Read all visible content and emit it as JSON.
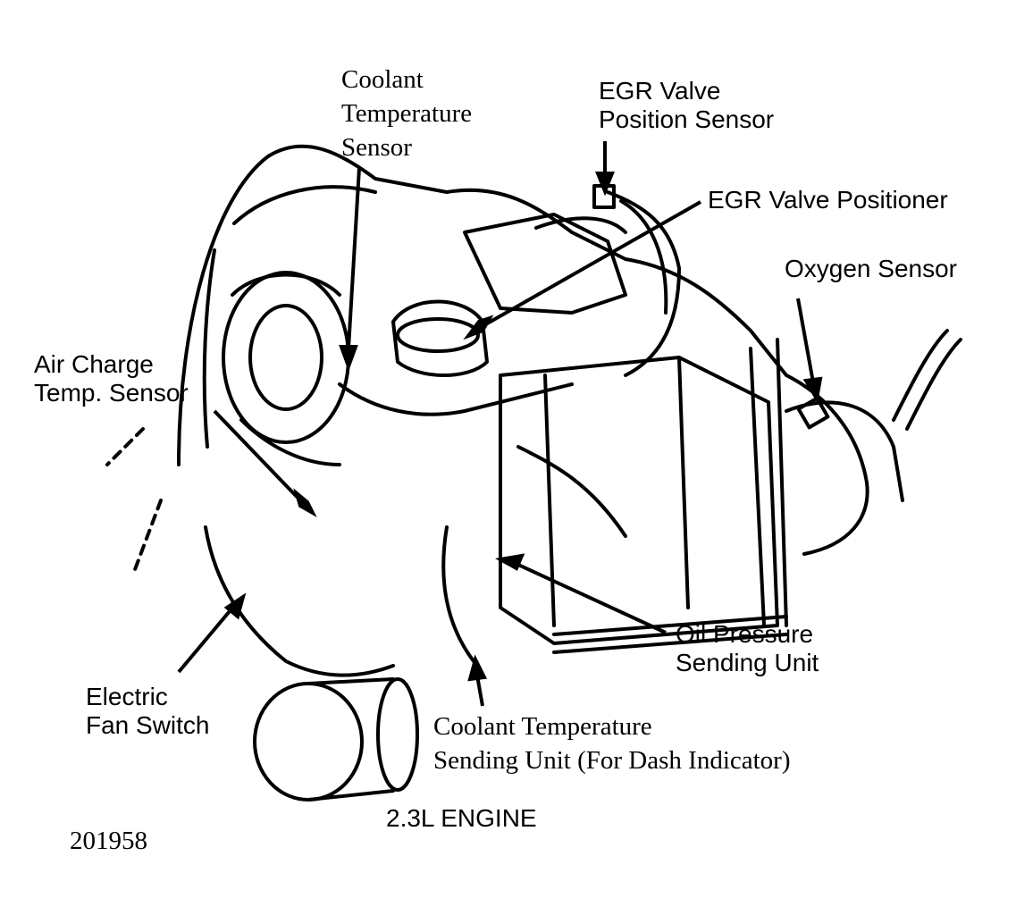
{
  "labels": {
    "coolant_temp_sensor": [
      "Coolant",
      "Temperature",
      "Sensor"
    ],
    "egr_valve_position_sensor": [
      "EGR Valve",
      "Position Sensor"
    ],
    "egr_valve_positioner": "EGR Valve Positioner",
    "oxygen_sensor": "Oxygen Sensor",
    "air_charge_temp_sensor": [
      "Air Charge",
      "Temp. Sensor"
    ],
    "electric_fan_switch": [
      "Electric",
      "Fan Switch"
    ],
    "oil_pressure_sending_unit": [
      "Oil Pressure",
      "Sending Unit"
    ],
    "coolant_temp_sending_unit": [
      "Coolant Temperature",
      "Sending Unit (For Dash Indicator)"
    ]
  },
  "caption": "2.3L ENGINE",
  "figure_number": "201958"
}
